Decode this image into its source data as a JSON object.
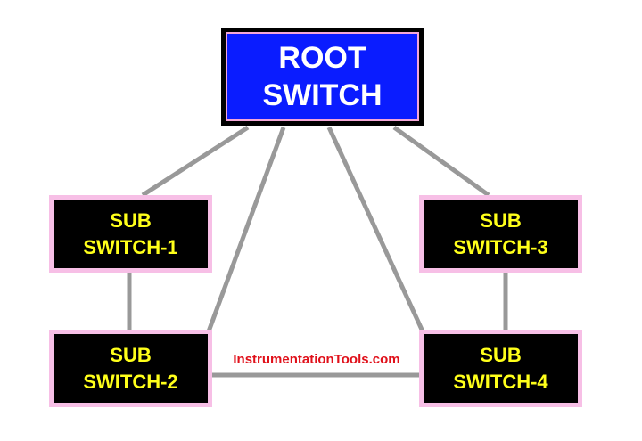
{
  "root": {
    "line1": "ROOT",
    "line2": "SWITCH"
  },
  "subs": [
    {
      "line1": "SUB",
      "line2": "SWITCH-1"
    },
    {
      "line1": "SUB",
      "line2": "SWITCH-2"
    },
    {
      "line1": "SUB",
      "line2": "SWITCH-3"
    },
    {
      "line1": "SUB",
      "line2": "SWITCH-4"
    }
  ],
  "watermark": "InstrumentationTools.com",
  "colors": {
    "root_fill": "#0a1cff",
    "root_border": "#000000",
    "root_text": "#ffffff",
    "sub_fill": "#000000",
    "sub_border": "#f7bfe6",
    "sub_text": "#ffff1a",
    "link": "#999999",
    "watermark": "#e0101a"
  }
}
